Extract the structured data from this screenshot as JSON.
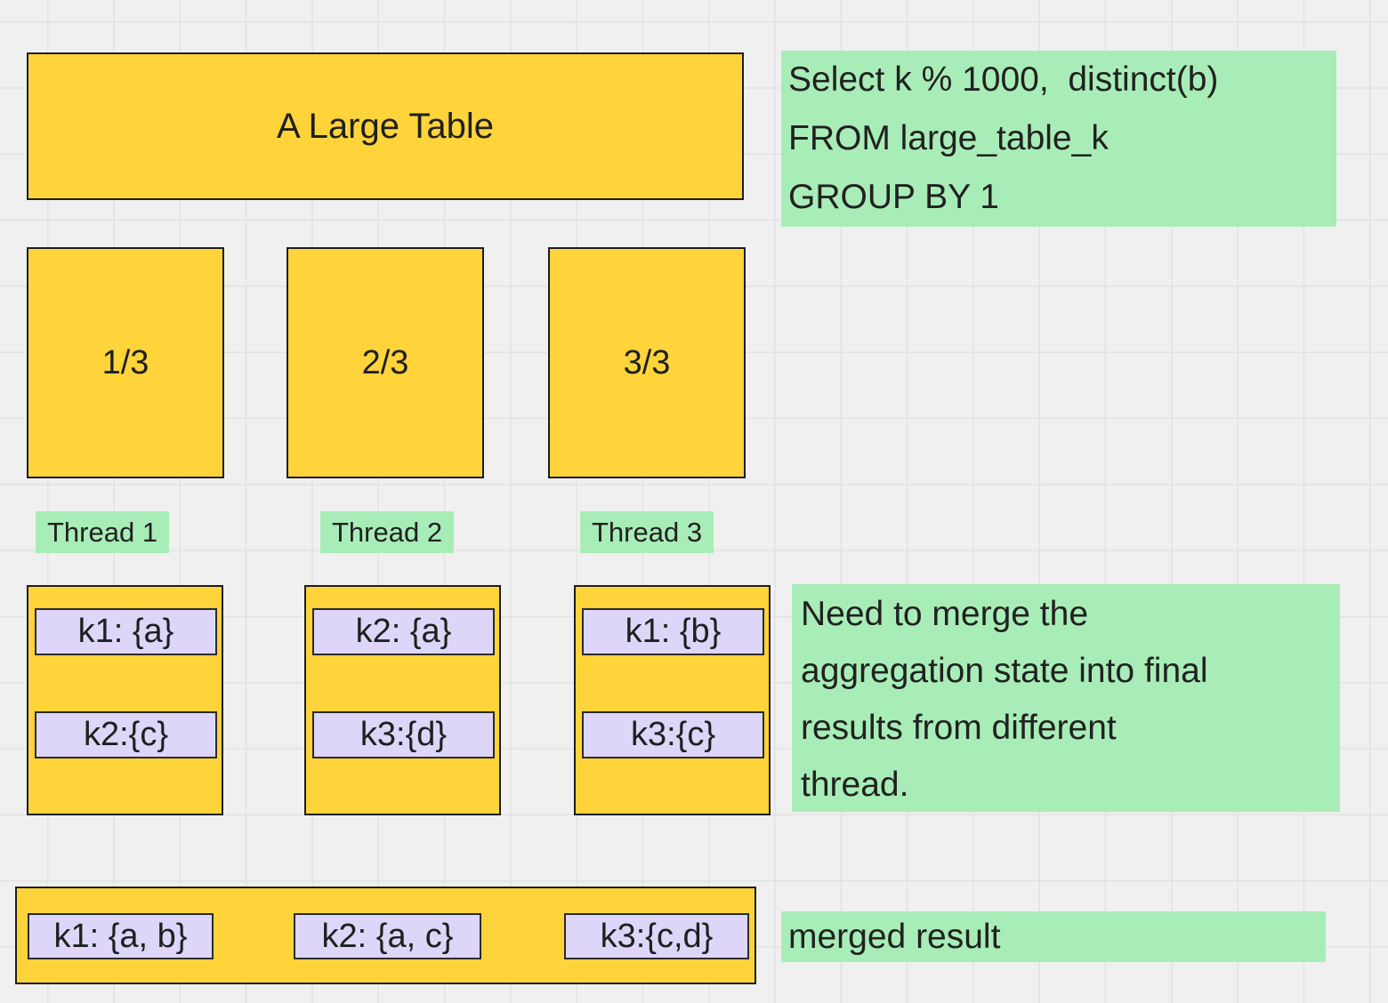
{
  "colors": {
    "background": "#f0f0f0",
    "grid_line": "#e2e2e2",
    "shape_yellow": "#ffd43b",
    "note_green": "#a8edb7",
    "state_purple": "#ddd6f8",
    "stroke": "#1e1e1e",
    "text": "#1f1f1f"
  },
  "source_table": {
    "label": "A Large Table"
  },
  "query": {
    "text": "Select k % 1000,  distinct(b)\nFROM large_table_k\nGROUP BY 1"
  },
  "partitions": [
    {
      "label": "1/3"
    },
    {
      "label": "2/3"
    },
    {
      "label": "3/3"
    }
  ],
  "threads": [
    {
      "label": "Thread 1",
      "states": [
        {
          "value": "k1: {a}"
        },
        {
          "value": "k2:{c}"
        }
      ]
    },
    {
      "label": "Thread 2",
      "states": [
        {
          "value": "k2: {a}"
        },
        {
          "value": "k3:{d}"
        }
      ]
    },
    {
      "label": "Thread 3",
      "states": [
        {
          "value": "k1: {b}"
        },
        {
          "value": "k3:{c}"
        }
      ]
    }
  ],
  "merge_note": {
    "text": "Need to merge the\naggregation state into final\nresults from different\nthread."
  },
  "merged_result": {
    "label": "merged result",
    "states": [
      {
        "value": "k1: {a, b}"
      },
      {
        "value": "k2: {a, c}"
      },
      {
        "value": "k3:{c,d}"
      }
    ]
  }
}
